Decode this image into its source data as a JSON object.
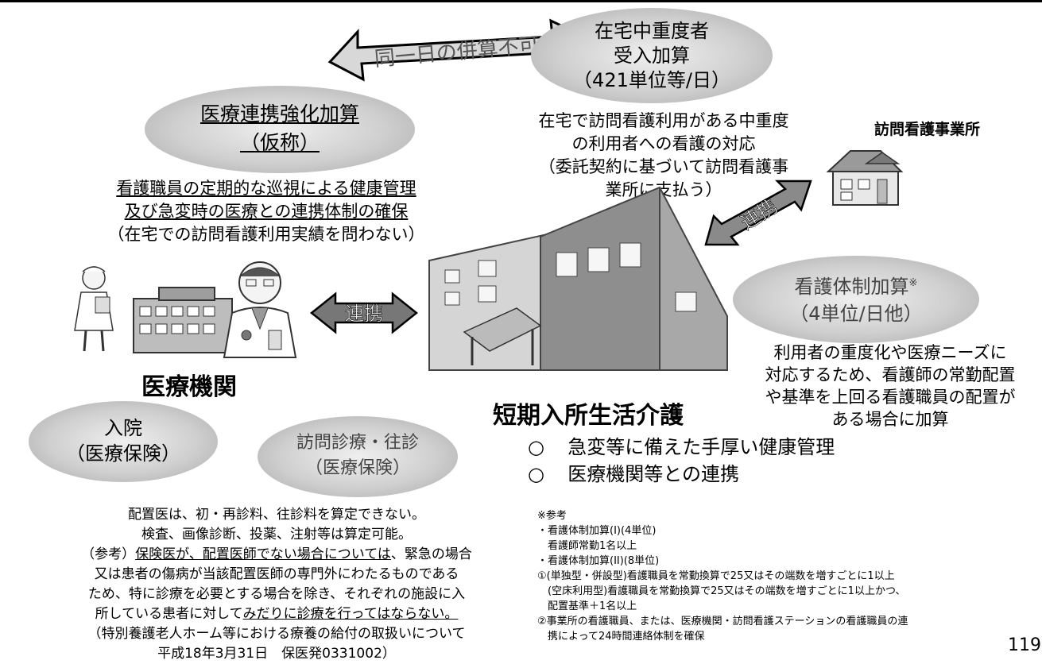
{
  "top_arrow": {
    "label": "同一日の併算不可"
  },
  "ellipse_zaitaku": {
    "line1": "在宅中重度者",
    "line2": "受入加算",
    "line3": "（421単位等/日）"
  },
  "zaitaku_desc": {
    "line1": "在宅で訪問看護利用がある中重度",
    "line2": "の利用者への看護の対応",
    "line3": "（委託契約に基づいて訪問看護事",
    "line4": "業所に支払う）"
  },
  "visiting_nursing_office": {
    "label": "訪問看護事業所"
  },
  "ellipse_iryo": {
    "line1": "医療連携強化加算",
    "line2": "（仮称）"
  },
  "iryo_desc": {
    "line1": "看護職員の定期的な巡視による健康管理",
    "line2": "及び急変時の医療との連携体制の確保",
    "line3": "（在宅での訪問看護利用実績を問わない）"
  },
  "renkei_left": {
    "label": "連携"
  },
  "renkei_right": {
    "label": "連携"
  },
  "ellipse_kango": {
    "line1": "看護体制加算",
    "mark": "※",
    "line2": "（4単位/日他）"
  },
  "kango_desc": {
    "line1": "利用者の重度化や医療ニーズに",
    "line2": "対応するため、看護師の常勤配置",
    "line3": "や基準を上回る看護職員の配置が",
    "line4": "ある場合に加算"
  },
  "medical_institution": {
    "label": "医療機関"
  },
  "short_stay": {
    "label": "短期入所生活介護"
  },
  "bullets": [
    {
      "mark": "○",
      "text": "急変等に備えた手厚い健康管理"
    },
    {
      "mark": "○",
      "text": "医療機関等との連携"
    }
  ],
  "ellipse_nyuin": {
    "line1": "入院",
    "line2": "（医療保険）"
  },
  "ellipse_houmon": {
    "line1": "訪問診療・往診",
    "line2": "（医療保険）"
  },
  "bottom_left": {
    "line1": "配置医は、初・再診料、往診料を算定できない。",
    "line2": "検査、画像診断、投薬、注射等は算定可能。",
    "line3_prefix": "（参考）",
    "line3_u1": "保険医が、",
    "line3_u2": "配置医師でない場合については",
    "line3_suffix": "、緊急の場合",
    "line4": "又は患者の傷病が当該配置医師の専門外にわたるものである",
    "line5": "ため、特に診療を必要とする場合を除き、それぞれの施設に入",
    "line6_prefix": "所している患者に対して",
    "line6_u": "みだりに診療を行ってはならない。",
    "line7": "（特別養護老人ホーム等における療養の給付の取扱いについて",
    "line8": "平成18年3月31日　保医発0331002）"
  },
  "bottom_right": {
    "l1": "※参考",
    "l2": "・看護体制加算(I)(4単位)",
    "l3": "　看護師常勤1名以上",
    "l4": "・看護体制加算(II)(8単位)",
    "l5": "①(単独型・併設型)看護職員を常勤換算で25又はその端数を増すごとに1以上",
    "l6": "　(空床利用型)看護職員を常勤換算で25又はその端数を増すごとに1以上かつ、",
    "l7": "　配置基準＋1名以上",
    "l8": "②事業所の看護職員、または、医療機関・訪問看護ステーションの看護職員の連",
    "l9": "　携によって24時間連絡体制を確保"
  },
  "page_number": "119"
}
